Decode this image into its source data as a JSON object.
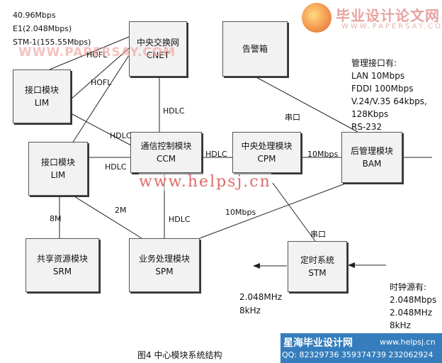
{
  "figure": {
    "caption": "图4   中心模块系统结构"
  },
  "blocks": {
    "cnet": {
      "line1": "中央交换网",
      "line2": "CNET"
    },
    "alarm": {
      "line1": "告警箱"
    },
    "lim_top": {
      "line1": "接口模块",
      "line2": "LIM"
    },
    "lim_mid": {
      "line1": "接口模块",
      "line2": "LIM"
    },
    "ccm": {
      "line1": "通信控制模块",
      "line2": "CCM"
    },
    "cpm": {
      "line1": "中央处理模块",
      "line2": "CPM"
    },
    "bam": {
      "line1": "后管理模块",
      "line2": "BAM"
    },
    "srm": {
      "line1": "共享资源模块",
      "line2": "SRM"
    },
    "spm": {
      "line1": "业务处理模块",
      "line2": "SPM"
    },
    "stm": {
      "line1": "定时系统",
      "line2": "STM"
    }
  },
  "links": {
    "hofl_1": "HOFL",
    "hofl_2": "HOFL",
    "hdlc_cnet_ccm": "HDLC",
    "hdlc_lim_ccm_1": "HDLC",
    "hdlc_lim_ccm_2": "HDLC",
    "hdlc_ccm_cpm": "HDLC",
    "hdlc_ccm_spm": "HDLC",
    "cpm_bam": "10Mbps",
    "spm_bam": "10Mbps",
    "serial_alarm": "串口",
    "serial_stm": "串口",
    "lim_srm": "8M",
    "lim_spm": "2M"
  },
  "notes": {
    "top_left": [
      "40.96Mbps",
      "E1(2.048Mbps)",
      "STM-1(155.55Mbps)"
    ],
    "mgmt_title": "管理接口有:",
    "mgmt_lines": [
      "LAN  10Mbps",
      "FDDI 100Mbps",
      "V.24/V.35 64kbps,",
      "128Kbps",
      "RS-232"
    ],
    "stm_out": [
      "2.048MHz",
      "8kHz"
    ],
    "clock_title": "时钟源有:",
    "clock_lines": [
      "2.048Mbps",
      "2.048MHz",
      "8kHz"
    ]
  },
  "watermarks": {
    "brand_cn": "毕业设计论文网",
    "brand_url": "WWW.PAPERSAY.COM",
    "overlay_1": "WWW.PAPERSAY.COM",
    "overlay_2": "www.helpsj.cn",
    "footer_name": "星海毕业设计网",
    "footer_url": "www.helpsj.cn",
    "footer_qq": "QQ: 82329736  359374739  232062924"
  },
  "colors": {
    "box_fill": "#f2f2f2",
    "line": "#222222",
    "watermark_red": "#d9534f",
    "footer_bg": "#1f6fb5"
  }
}
